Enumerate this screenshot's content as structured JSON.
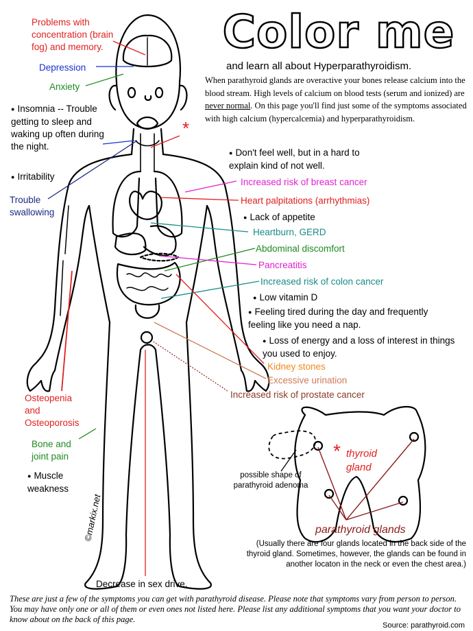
{
  "title": "Color me",
  "subtitle": "and learn all about Hyperparathyroidism.",
  "intro": {
    "part1": "When parathyroid glands are overactive your bones release calcium into the blood stream. High levels of calcium on blood tests (serum and ionized) are ",
    "emphasis": "never normal",
    "part2": ". On this page you'll find just some of the symptoms associated with high calcium (hypercalcemia) and hyperparathyroidism."
  },
  "colors": {
    "red": "#e02020",
    "blue": "#1a2fd0",
    "green": "#1f8a1f",
    "navy": "#1a2a80",
    "magenta": "#e020d0",
    "teal": "#1a8a8a",
    "orange": "#f08a20",
    "salmon": "#d07a5a",
    "brown": "#8a3a2a"
  },
  "left_labels": {
    "concentration": "Problems with concentration (brain fog) and memory.",
    "depression": "Depression",
    "anxiety": "Anxiety",
    "insomnia": "Insomnia -- Trouble getting to sleep and waking up often during the night.",
    "irritability": "Irritability",
    "swallowing": "Trouble swallowing",
    "osteopenia": "Osteopenia and Osteoporosis",
    "bone_joint": "Bone and joint pain",
    "muscle": "Muscle weakness",
    "sex_drive": "Decrease in sex drive."
  },
  "right_labels": {
    "dont_feel_well": "Don't feel well, but in a hard to explain kind of not well.",
    "breast_cancer": "Increased risk of breast cancer",
    "palpitations": "Heart palpitations (arrhythmias)",
    "appetite": "Lack of appetite",
    "heartburn": "Heartburn, GERD",
    "abdominal": "Abdominal discomfort",
    "pancreatitis": "Pancreatitis",
    "colon_cancer": "Increased risk of colon cancer",
    "vitamin_d": "Low vitamin D",
    "tired": "Feeling tired during the day and frequently feeling like you need a nap.",
    "energy": "Loss of energy and a loss of interest in things you used to enjoy.",
    "kidney": "Kidney stones",
    "urination": "Excessive urination",
    "prostate": "Increased risk of prostate cancer"
  },
  "thyroid": {
    "asterisk": "*",
    "thyroid_label": "thyroid gland",
    "adenoma_label": "possible shape of parathyroid adenoma",
    "parathyroid_label": "parathyroid glands",
    "note": "(Usually there are four glands located in the back side of the thyroid gland. Sometimes, however, the glands can be found in another locaton in the neck or even the chest area.)"
  },
  "signature": "©markix.net",
  "footer": "These are just a few of the symptoms you can get with parathyroid disease. Please note that symptoms vary from person to person. You may have only one or all of them or even ones not listed here. Please list any additional symptoms that you want your doctor to know about on the back of this page.",
  "source": "Source: parathyroid.com"
}
